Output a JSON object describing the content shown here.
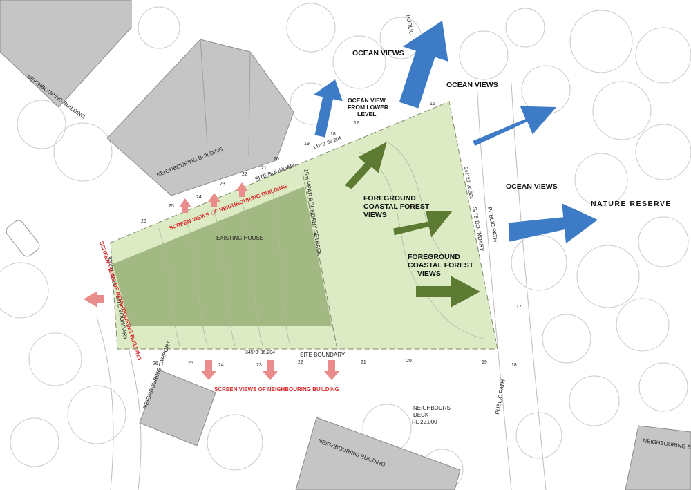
{
  "colors": {
    "site_fill": "#dcebc4",
    "house_fill": "#a3b983",
    "building_fill": "#c5c5c5",
    "ocean_arrow": "#3e7bc6",
    "forest_arrow": "#5d7a33",
    "screen_arrow": "#ea8c8c",
    "screen_text": "#d82a2a",
    "tree_line": "#c9c9c9"
  },
  "labels": {
    "neighbouring_building": "NEIGHBOURING BUILDING",
    "neighbouring_carport": "NEIGHBOURING CARPORT",
    "existing_house": "EXISTING HOUSE",
    "site_boundary": "SITE BOUNDARY",
    "rear_setback": "15m REAR BOUNDARY SETBACK",
    "public": "PUBLIC",
    "public_path": "PUBLIC PATH",
    "neighbours_deck_1": "NEIGHBOURS",
    "neighbours_deck_2": "DECK",
    "neighbours_deck_rl": "RL 22.000",
    "screen_views": "SCREEN VIEWS OF NEIGHBOURING BUILDING",
    "ocean_views": "OCEAN VIEWS",
    "ocean_lower_1": "OCEAN VIEW",
    "ocean_lower_2": "FROM LOWER",
    "ocean_lower_3": "LEVEL",
    "forest_1": "FOREGROUND",
    "forest_2": "COASTAL FOREST",
    "forest_3": "VIEWS",
    "nature_reserve": "NATURE RESERVE",
    "bearing_top": "142°0' 35.204",
    "bearing_bottom": "345°0' 36.204",
    "bearing_right": "242°20' 24.363",
    "bearing_left": "920°01' 36.63"
  },
  "contours": {
    "c16": "16",
    "c17a": "17",
    "c17b": "17",
    "c18a": "18",
    "c18b": "18",
    "c19a": "19",
    "c19b": "19",
    "c20a": "20",
    "c20b": "20",
    "c21a": "21",
    "c21b": "21",
    "c22a": "22",
    "c22b": "22",
    "c23a": "23",
    "c23b": "23",
    "c24a": "24",
    "c24b": "24",
    "c25a": "25",
    "c25b": "25",
    "c26a": "26",
    "c26b": "26"
  }
}
